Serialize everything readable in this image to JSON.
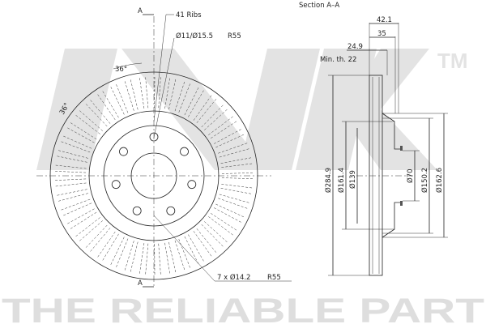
{
  "watermark": {
    "brand": "NK",
    "trademark": "TM",
    "slogan": "THE RELIABLE PART"
  },
  "front_view": {
    "section_marker_top": "A",
    "section_marker_bottom": "A",
    "ribs_label": "41 Ribs",
    "hole_label": "Ø11/Ø15.5",
    "hole_radius_label": "R55",
    "angle_label_1": "36°",
    "angle_label_2": "36°",
    "bolt_label": "7 x Ø14.2",
    "bolt_radius_label": "R55",
    "rib_count": 41,
    "bolt_hole_count": 7
  },
  "section_view": {
    "title": "Section A–A",
    "dim_total_width": "42.1",
    "dim_hat_height": "35",
    "dim_thickness": "24.9",
    "min_thickness": "Min. th. 22",
    "dim_outer_diameter": "Ø284.9",
    "dim_161": "Ø161.4",
    "dim_139": "Ø139",
    "dim_center_bore": "Ø70",
    "dim_150": "Ø150.2",
    "dim_162": "Ø162.6"
  }
}
